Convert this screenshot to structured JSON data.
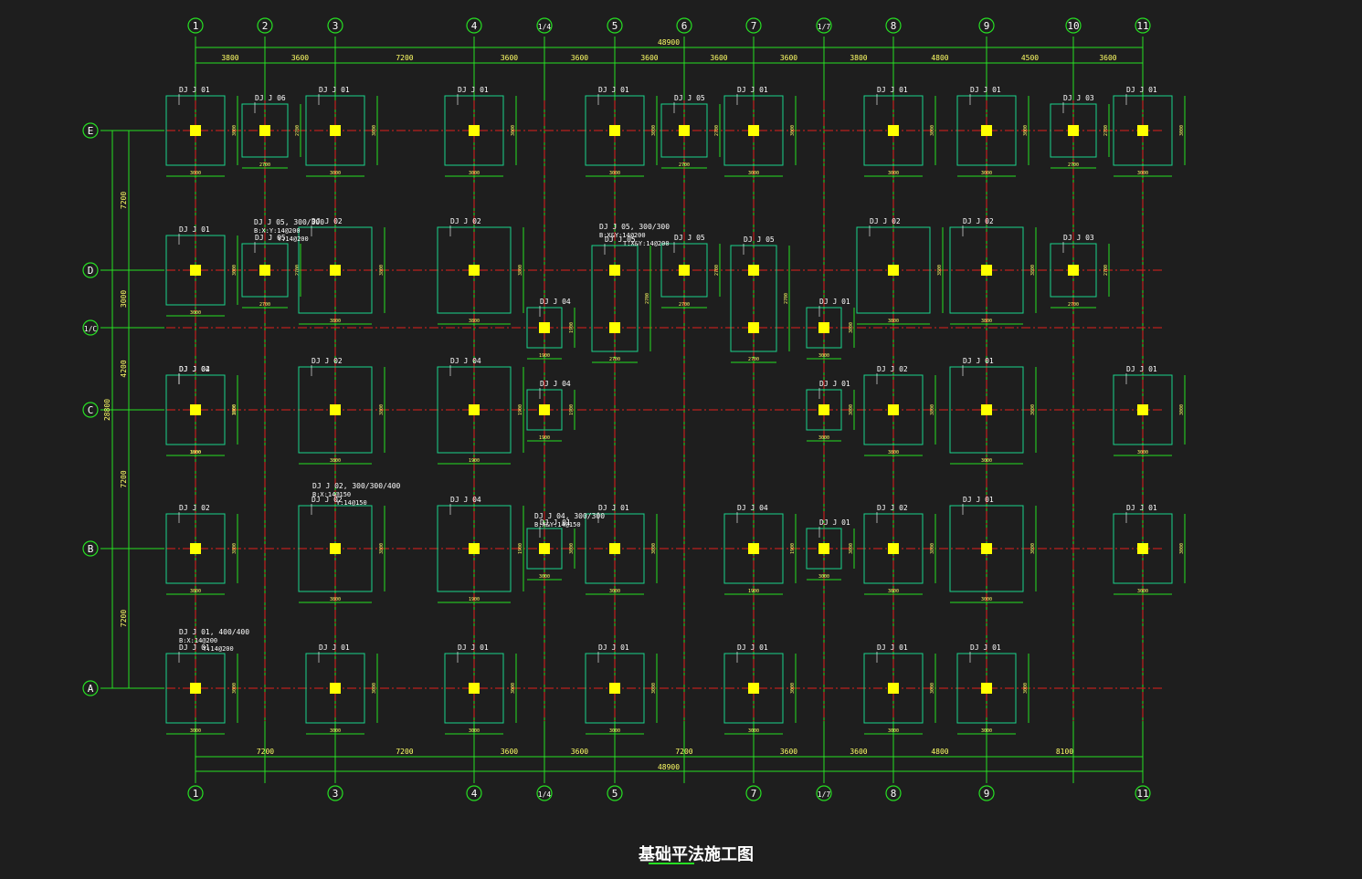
{
  "drawing": {
    "title": "基础平法施工图",
    "colors": {
      "background": "#1e1e1e",
      "grid_axis": "#e0201c",
      "grid_green": "#27e023",
      "footing": "#19d48c",
      "column": "#ffff00",
      "text": "#ffffff",
      "dim_text": "#ffff66"
    }
  },
  "axes_top": [
    "1",
    "2",
    "3",
    "4",
    "1/4",
    "5",
    "6",
    "7",
    "1/7",
    "8",
    "9",
    "10",
    "11"
  ],
  "axes_bottom": [
    "1",
    "3",
    "4",
    "1/4",
    "5",
    "7",
    "1/7",
    "8",
    "9",
    "11"
  ],
  "axes_left": [
    "E",
    "D",
    "1/C",
    "C",
    "B",
    "A"
  ],
  "dims_top": {
    "total": "48900",
    "segments": [
      "3800",
      "3600",
      "7200",
      "3600",
      "3600",
      "3600",
      "3600",
      "3600",
      "3800",
      "4800",
      "4500",
      "3600"
    ]
  },
  "dims_bottom": {
    "total": "48900",
    "segments": [
      "7200",
      "7200",
      "3600",
      "3600",
      "7200",
      "3600",
      "3600",
      "4800",
      "8100"
    ]
  },
  "dims_left": {
    "total": "28800",
    "segments": [
      "7200",
      "3000",
      "4200",
      "7200",
      "7200"
    ]
  },
  "footings": [
    {
      "label": "DJ J 01",
      "dim": "3000"
    },
    {
      "label": "DJ J 06",
      "dim": "2700"
    },
    {
      "label": "DJ J 01",
      "dim": "3000"
    },
    {
      "label": "DJ J 01",
      "dim": "3000"
    },
    {
      "label": "DJ J 01",
      "dim": "3000"
    },
    {
      "label": "DJ J 05",
      "dim": "2700"
    },
    {
      "label": "DJ J 01",
      "dim": "3000"
    },
    {
      "label": "DJ J 01",
      "dim": "3000"
    },
    {
      "label": "DJ J 01",
      "dim": "3000"
    },
    {
      "label": "DJ J 03",
      "dim": "2700"
    },
    {
      "label": "DJ J 01",
      "dim": "3000"
    },
    {
      "label": "DJ J 01",
      "dim": "3000"
    },
    {
      "label": "DJ J 05",
      "dim": "2700"
    },
    {
      "label": "DJ J 02",
      "dim": "3800"
    },
    {
      "label": "DJ J 02",
      "dim": "3800"
    },
    {
      "label": "DJ J 05",
      "dim": "2700"
    },
    {
      "label": "DJ J 05",
      "dim": "2700"
    },
    {
      "label": "DJ J 05",
      "dim": "2700"
    },
    {
      "label": "DJ J 02",
      "dim": "3800"
    },
    {
      "label": "DJ J 02",
      "dim": "3800"
    },
    {
      "label": "DJ J 03",
      "dim": "2700"
    },
    {
      "label": "DJ J 01",
      "dim": "3000"
    },
    {
      "label": "DJ J 04",
      "dim": "1900"
    },
    {
      "label": "DJ J 04",
      "dim": "1900"
    },
    {
      "label": "DJ J 01",
      "dim": "3000"
    },
    {
      "label": "DJ J 02",
      "dim": "3800"
    },
    {
      "label": "DJ J 02",
      "dim": "3800"
    },
    {
      "label": "DJ J 04",
      "dim": "1900"
    },
    {
      "label": "DJ J 04",
      "dim": "1900"
    },
    {
      "label": "DJ J 01",
      "dim": "3000"
    },
    {
      "label": "DJ J 02",
      "dim": "3800"
    },
    {
      "label": "DJ J 01",
      "dim": "3000"
    },
    {
      "label": "DJ J 01",
      "dim": "3000"
    },
    {
      "label": "DJ J 02",
      "dim": "3800"
    },
    {
      "label": "DJ J 02",
      "dim": "3800"
    },
    {
      "label": "DJ J 04",
      "dim": "1900"
    },
    {
      "label": "DJ J 01",
      "dim": "3000"
    },
    {
      "label": "DJ J 01",
      "dim": "3000"
    },
    {
      "label": "DJ J 04",
      "dim": "1900"
    },
    {
      "label": "DJ J 01",
      "dim": "3000"
    },
    {
      "label": "DJ J 02",
      "dim": "3800"
    },
    {
      "label": "DJ J 01",
      "dim": "3000"
    },
    {
      "label": "DJ J 01",
      "dim": "3000"
    },
    {
      "label": "DJ J 01",
      "dim": "3000"
    },
    {
      "label": "DJ J 01",
      "dim": "3000"
    },
    {
      "label": "DJ J 01",
      "dim": "3000"
    },
    {
      "label": "DJ J 01",
      "dim": "3000"
    },
    {
      "label": "DJ J 01",
      "dim": "3000"
    },
    {
      "label": "DJ J 01",
      "dim": "3000"
    },
    {
      "label": "DJ J 01",
      "dim": "3000"
    }
  ],
  "annotations": [
    {
      "l1": "DJ J 05, 300/300",
      "l2": "B:X:Y:14@200",
      "l3": "Y:14@200"
    },
    {
      "l1": "DJ J 05, 300/300",
      "l2": "B:X&Y:14@200",
      "l3": "T:X&Y:14@200"
    },
    {
      "l1": "DJ J 02, 300/300/400",
      "l2": "B:X:14@150",
      "l3": "Y:14@150"
    },
    {
      "l1": "DJ J 04, 300/300",
      "l2": "B:X&Y:14@150",
      "l3": ""
    },
    {
      "l1": "DJ J 01, 400/400",
      "l2": "B:X:14@200",
      "l3": "Y:14@200"
    }
  ]
}
